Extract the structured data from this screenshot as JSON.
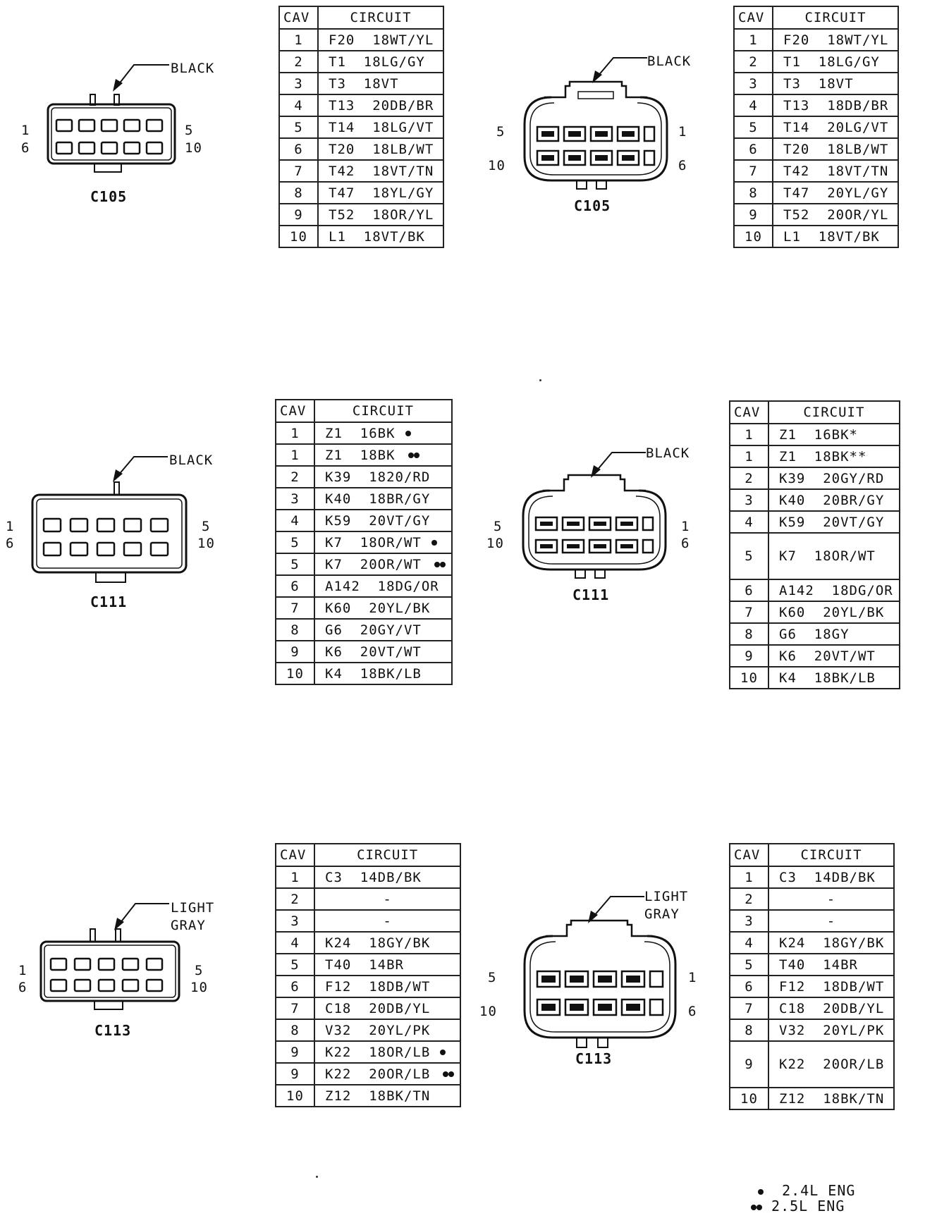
{
  "colors": {
    "ink": "#111111",
    "paper": "#ffffff"
  },
  "table_headers": {
    "cav": "CAV",
    "circuit": "CIRCUIT"
  },
  "connectors": [
    {
      "name": "C105",
      "left": {
        "color_label": "BLACK",
        "pins": {
          "top_left": "1",
          "bottom_left": "6",
          "top_right": "5",
          "bottom_right": "10"
        },
        "rows": [
          {
            "cav": "1",
            "circuit": "F20  18WT/YL"
          },
          {
            "cav": "2",
            "circuit": "T1  18LG/GY"
          },
          {
            "cav": "3",
            "circuit": "T3  18VT"
          },
          {
            "cav": "4",
            "circuit": "T13  20DB/BR"
          },
          {
            "cav": "5",
            "circuit": "T14  18LG/VT"
          },
          {
            "cav": "6",
            "circuit": "T20  18LB/WT"
          },
          {
            "cav": "7",
            "circuit": "T42  18VT/TN"
          },
          {
            "cav": "8",
            "circuit": "T47  18YL/GY"
          },
          {
            "cav": "9",
            "circuit": "T52  18OR/YL"
          },
          {
            "cav": "10",
            "circuit": "L1  18VT/BK"
          }
        ]
      },
      "right": {
        "color_label": "BLACK",
        "pins": {
          "top_left": "5",
          "bottom_left": "10",
          "top_right": "1",
          "bottom_right": "6"
        },
        "rows": [
          {
            "cav": "1",
            "circuit": "F20  18WT/YL"
          },
          {
            "cav": "2",
            "circuit": "T1  18LG/GY"
          },
          {
            "cav": "3",
            "circuit": "T3  18VT"
          },
          {
            "cav": "4",
            "circuit": "T13  18DB/BR"
          },
          {
            "cav": "5",
            "circuit": "T14  20LG/VT"
          },
          {
            "cav": "6",
            "circuit": "T20  18LB/WT"
          },
          {
            "cav": "7",
            "circuit": "T42  18VT/TN"
          },
          {
            "cav": "8",
            "circuit": "T47  20YL/GY"
          },
          {
            "cav": "9",
            "circuit": "T52  20OR/YL"
          },
          {
            "cav": "10",
            "circuit": "L1  18VT/BK"
          }
        ]
      }
    },
    {
      "name": "C111",
      "left": {
        "color_label": "BLACK",
        "pins": {
          "top_left": "1",
          "bottom_left": "6",
          "top_right": "5",
          "bottom_right": "10"
        },
        "rows": [
          {
            "cav": "1",
            "circuit": "Z1  16BK",
            "marker": "single"
          },
          {
            "cav": "1",
            "circuit": "Z1  18BK",
            "marker": "double"
          },
          {
            "cav": "2",
            "circuit": "K39  1820/RD"
          },
          {
            "cav": "3",
            "circuit": "K40  18BR/GY"
          },
          {
            "cav": "4",
            "circuit": "K59  20VT/GY"
          },
          {
            "cav": "5",
            "circuit": "K7  18OR/WT",
            "marker": "single"
          },
          {
            "cav": "5",
            "circuit": "K7  20OR/WT",
            "marker": "double"
          },
          {
            "cav": "6",
            "circuit": "A142  18DG/OR"
          },
          {
            "cav": "7",
            "circuit": "K60  20YL/BK"
          },
          {
            "cav": "8",
            "circuit": "G6  20GY/VT"
          },
          {
            "cav": "9",
            "circuit": "K6  20VT/WT"
          },
          {
            "cav": "10",
            "circuit": "K4  18BK/LB"
          }
        ]
      },
      "right": {
        "color_label": "BLACK",
        "pins": {
          "top_left": "5",
          "bottom_left": "10",
          "top_right": "1",
          "bottom_right": "6"
        },
        "rows": [
          {
            "cav": "1",
            "circuit": "Z1  16BK*"
          },
          {
            "cav": "1",
            "circuit": "Z1  18BK**"
          },
          {
            "cav": "2",
            "circuit": "K39  20GY/RD"
          },
          {
            "cav": "3",
            "circuit": "K40  20BR/GY"
          },
          {
            "cav": "4",
            "circuit": "K59  20VT/GY"
          },
          {
            "cav": "5",
            "circuit": "K7  18OR/WT",
            "tall": true
          },
          {
            "cav": "6",
            "circuit": "A142  18DG/OR"
          },
          {
            "cav": "7",
            "circuit": "K60  20YL/BK"
          },
          {
            "cav": "8",
            "circuit": "G6  18GY"
          },
          {
            "cav": "9",
            "circuit": "K6  20VT/WT"
          },
          {
            "cav": "10",
            "circuit": "K4  18BK/LB"
          }
        ]
      }
    },
    {
      "name": "C113",
      "left": {
        "color_label": "LIGHT\nGRAY",
        "pins": {
          "top_left": "1",
          "bottom_left": "6",
          "top_right": "5",
          "bottom_right": "10"
        },
        "rows": [
          {
            "cav": "1",
            "circuit": "C3  14DB/BK"
          },
          {
            "cav": "2",
            "circuit": "-",
            "dash": true
          },
          {
            "cav": "3",
            "circuit": "-",
            "dash": true
          },
          {
            "cav": "4",
            "circuit": "K24  18GY/BK"
          },
          {
            "cav": "5",
            "circuit": "T40  14BR"
          },
          {
            "cav": "6",
            "circuit": "F12  18DB/WT"
          },
          {
            "cav": "7",
            "circuit": "C18  20DB/YL"
          },
          {
            "cav": "8",
            "circuit": "V32  20YL/PK"
          },
          {
            "cav": "9",
            "circuit": "K22  18OR/LB",
            "marker": "single"
          },
          {
            "cav": "9",
            "circuit": "K22  20OR/LB",
            "marker": "double"
          },
          {
            "cav": "10",
            "circuit": "Z12  18BK/TN"
          }
        ]
      },
      "right": {
        "color_label": "LIGHT\nGRAY",
        "pins": {
          "top_left": "5",
          "bottom_left": "10",
          "top_right": "1",
          "bottom_right": "6"
        },
        "rows": [
          {
            "cav": "1",
            "circuit": "C3  14DB/BK"
          },
          {
            "cav": "2",
            "circuit": "-",
            "dash": true
          },
          {
            "cav": "3",
            "circuit": "-",
            "dash": true
          },
          {
            "cav": "4",
            "circuit": "K24  18GY/BK"
          },
          {
            "cav": "5",
            "circuit": "T40  14BR"
          },
          {
            "cav": "6",
            "circuit": "F12  18DB/WT"
          },
          {
            "cav": "7",
            "circuit": "C18  20DB/YL"
          },
          {
            "cav": "8",
            "circuit": "V32  20YL/PK"
          },
          {
            "cav": "9",
            "circuit": "K22  20OR/LB",
            "tall": true
          },
          {
            "cav": "10",
            "circuit": "Z12  18BK/TN"
          }
        ]
      }
    }
  ],
  "legend": [
    {
      "marker": "single",
      "text": "2.4L ENG"
    },
    {
      "marker": "double",
      "text": "2.5L ENG"
    }
  ]
}
